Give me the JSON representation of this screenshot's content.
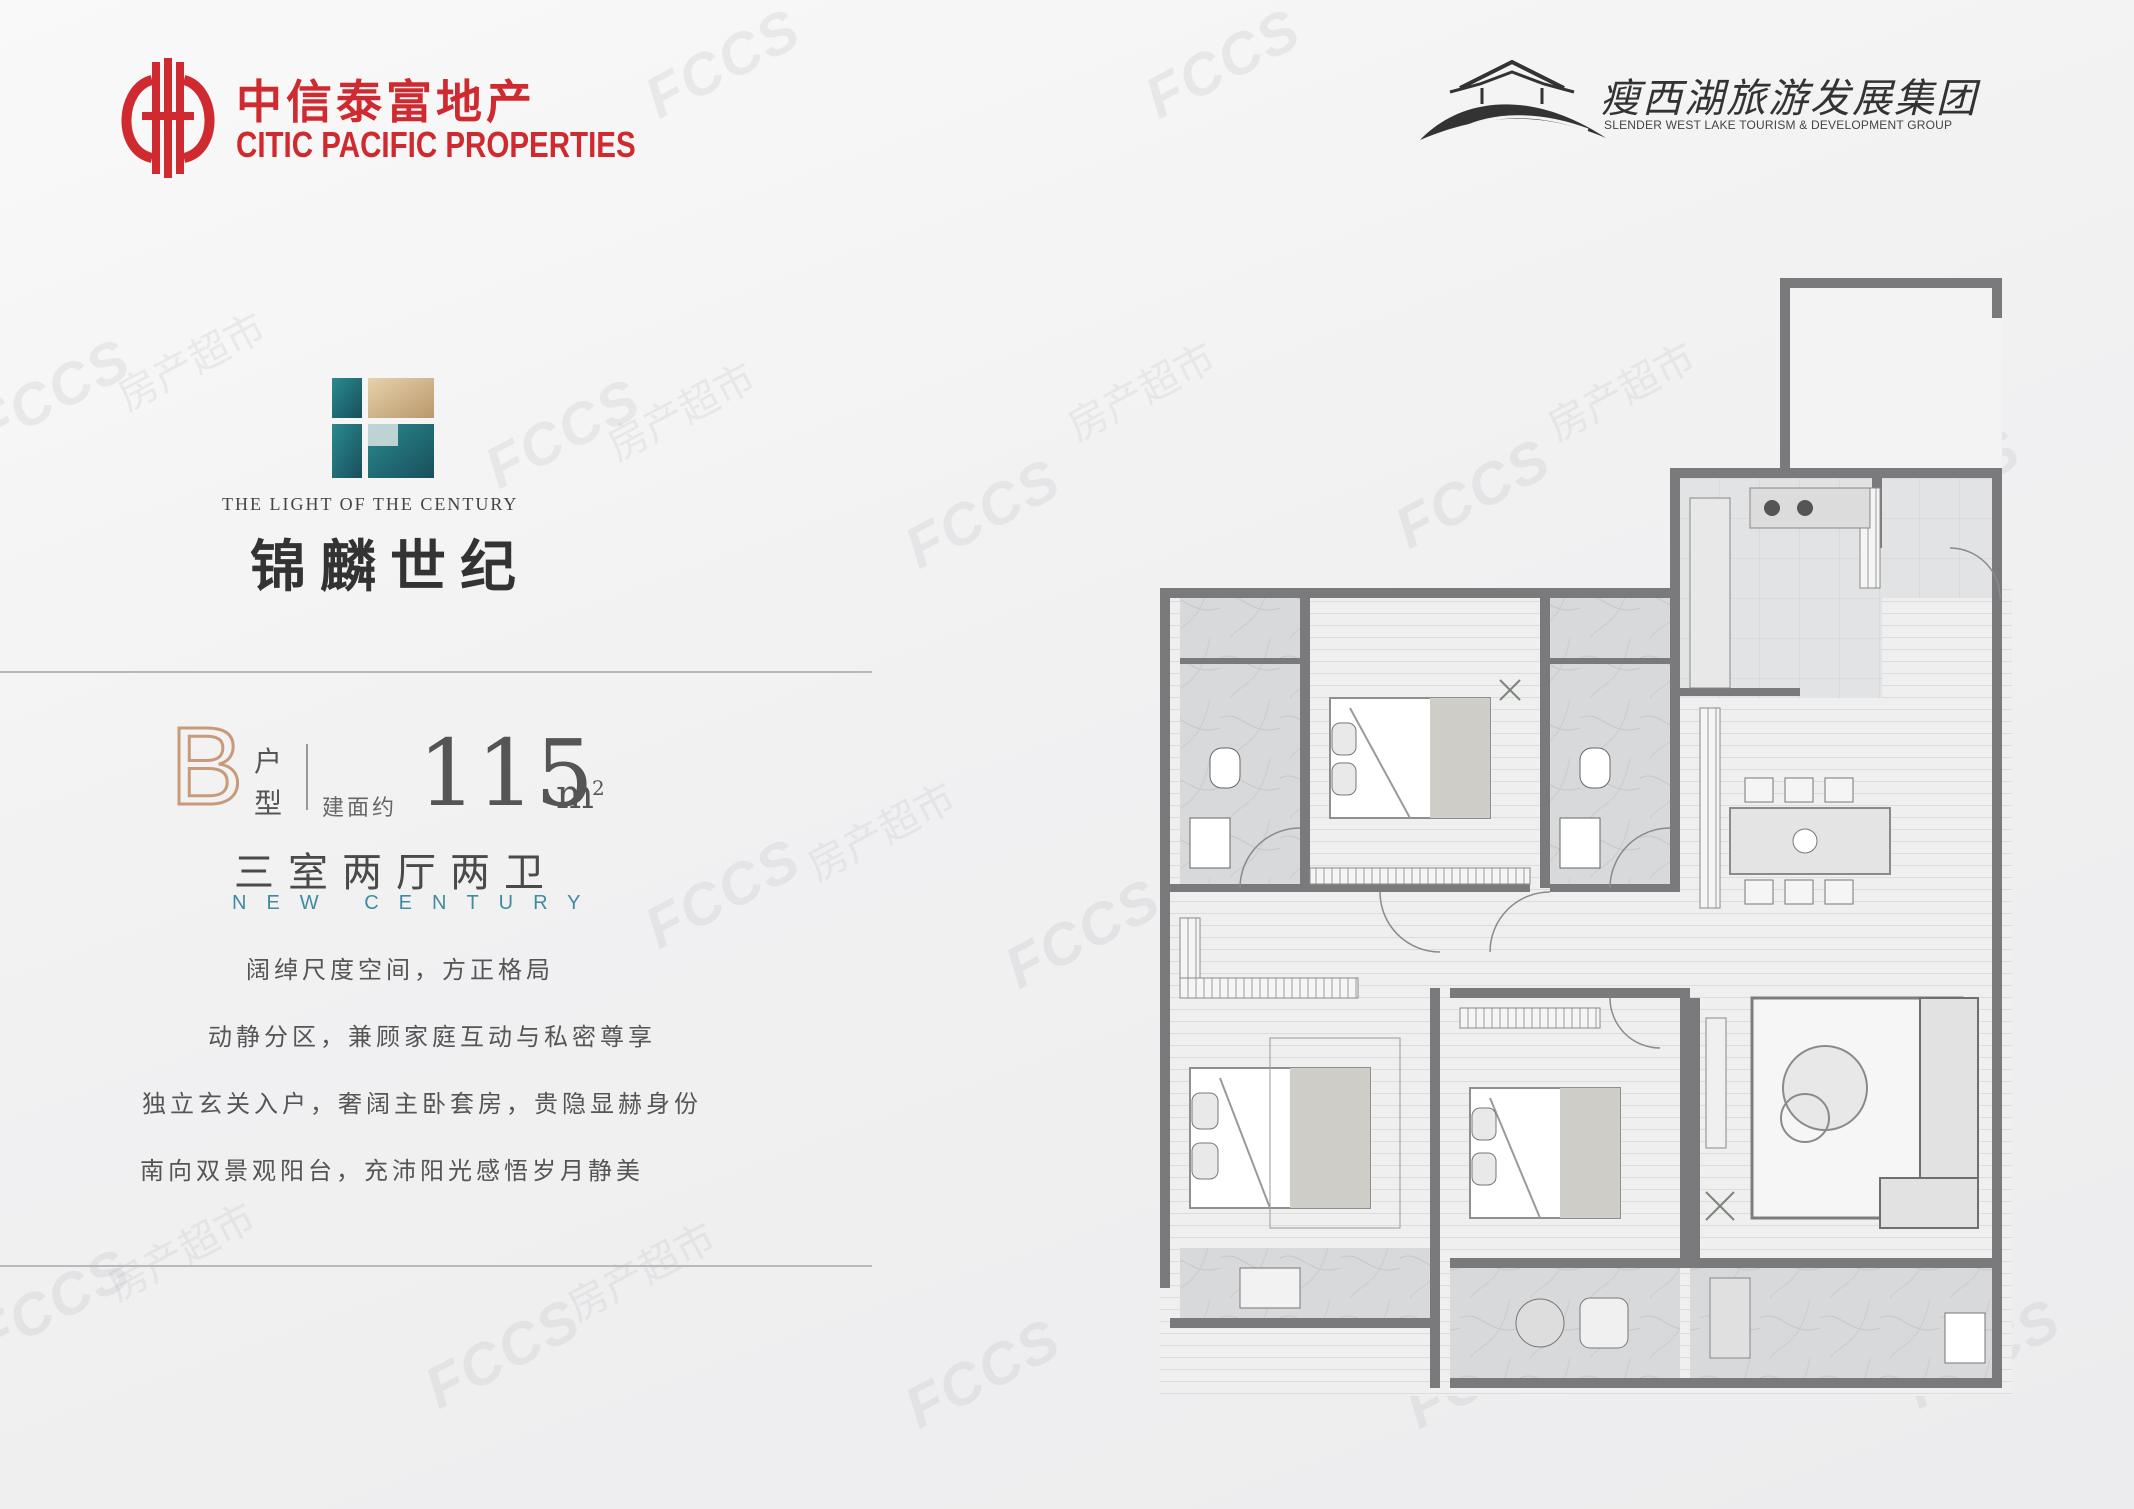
{
  "brand_left": {
    "name_cn": "中信泰富地产",
    "name_en": "CITIC PACIFIC PROPERTIES",
    "color": "#cf2a30"
  },
  "brand_right": {
    "name_cn": "瘦西湖旅游发展集团",
    "name_en": "SLENDER WEST LAKE TOURISM & DEVELOPMENT GROUP"
  },
  "project": {
    "name_en": "THE LIGHT OF THE CENTURY",
    "name_cn": "锦麟世纪",
    "logo_colors": [
      "#1f6f7a",
      "#d9c29a",
      "#2b8a8f"
    ]
  },
  "unit": {
    "type_letter": "B",
    "type_word_1": "户",
    "type_word_2": "型",
    "area_prefix": "建面约",
    "area_value": "115",
    "area_unit": "m",
    "area_sup": "2",
    "layout_cn": "三室两厅两卫",
    "layout_en": "NEW CENTURY",
    "accent_color": "#3f8ca0"
  },
  "features": [
    "阔绰尺度空间，方正格局",
    "动静分区，兼顾家庭互动与私密尊享",
    "独立玄关入户，奢阔主卧套房，贵隐显赫身份",
    "南向双景观阳台，充沛阳光感悟岁月静美"
  ],
  "watermark": {
    "logo_text": "FCCS",
    "site_text": "房产超市"
  }
}
